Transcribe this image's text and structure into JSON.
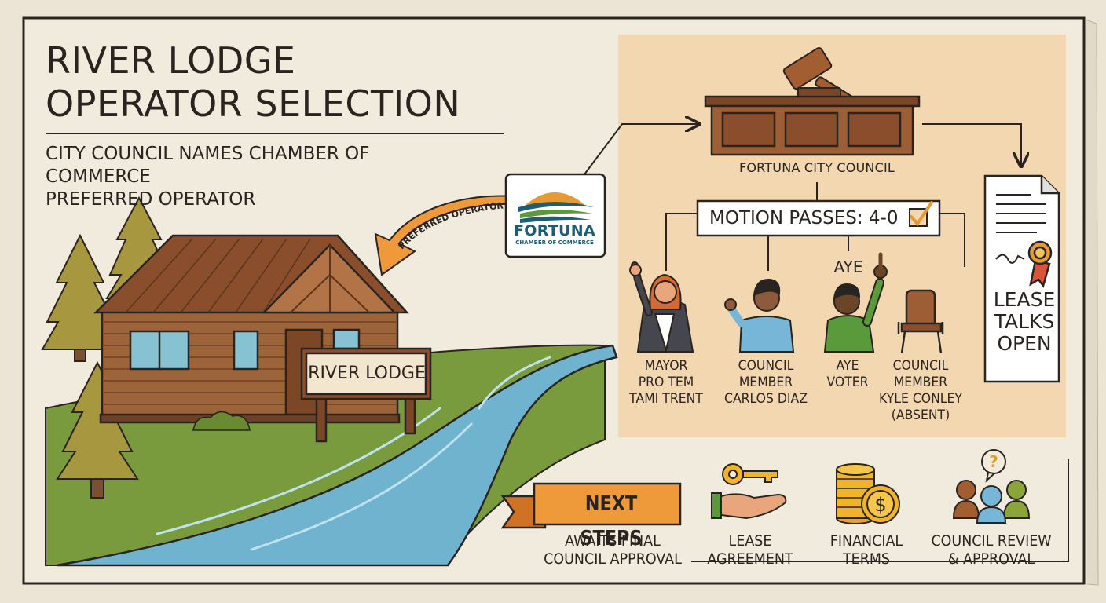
{
  "title_line1": "RIVER LODGE",
  "title_line2": "OPERATOR SELECTION",
  "subtitle_line1": "CITY COUNCIL NAMES CHAMBER OF COMMERCE",
  "subtitle_line2": "PREFERRED OPERATOR",
  "lodge_sign": "RIVER LODGE",
  "preferred_arrow_label": "PREFERRED OPERATOR",
  "chamber": {
    "name": "FORTUNA",
    "sub": "CHAMBER OF COMMERCE"
  },
  "council_name": "FORTUNA CITY COUNCIL",
  "motion": "MOTION PASSES: 4-0",
  "aye_label": "AYE",
  "members": [
    {
      "line1": "MAYOR",
      "line2": "PRO TEM",
      "line3": "TAMI TRENT",
      "line4": ""
    },
    {
      "line1": "COUNCIL",
      "line2": "MEMBER",
      "line3": "CARLOS DIAZ",
      "line4": ""
    },
    {
      "line1": "AYE",
      "line2": "VOTER",
      "line3": "",
      "line4": ""
    },
    {
      "line1": "COUNCIL",
      "line2": "MEMBER",
      "line3": "KYLE CONLEY",
      "line4": "(ABSENT)"
    }
  ],
  "lease": {
    "line1": "LEASE",
    "line2": "TALKS",
    "line3": "OPEN"
  },
  "next_steps": "NEXT STEPS",
  "steps": [
    {
      "line1": "AWAITS FINAL",
      "line2": "COUNCIL APPROVAL",
      "icon": "key-in-hand-icon"
    },
    {
      "line1": "LEASE",
      "line2": "AGREEMENT",
      "icon": "key-in-hand-icon"
    },
    {
      "line1": "FINANCIAL",
      "line2": "TERMS",
      "icon": "coins-icon"
    },
    {
      "line1": "COUNCIL REVIEW",
      "line2": "& APPROVAL",
      "icon": "people-question-icon"
    }
  ],
  "colors": {
    "panel": "#f3d7b0",
    "wood": "#8a5232",
    "water": "#6fb3cf",
    "grass": "#7a9a3e",
    "accent": "#ee9a3a",
    "ink": "#2a2420",
    "teal": "#1d5e74"
  }
}
